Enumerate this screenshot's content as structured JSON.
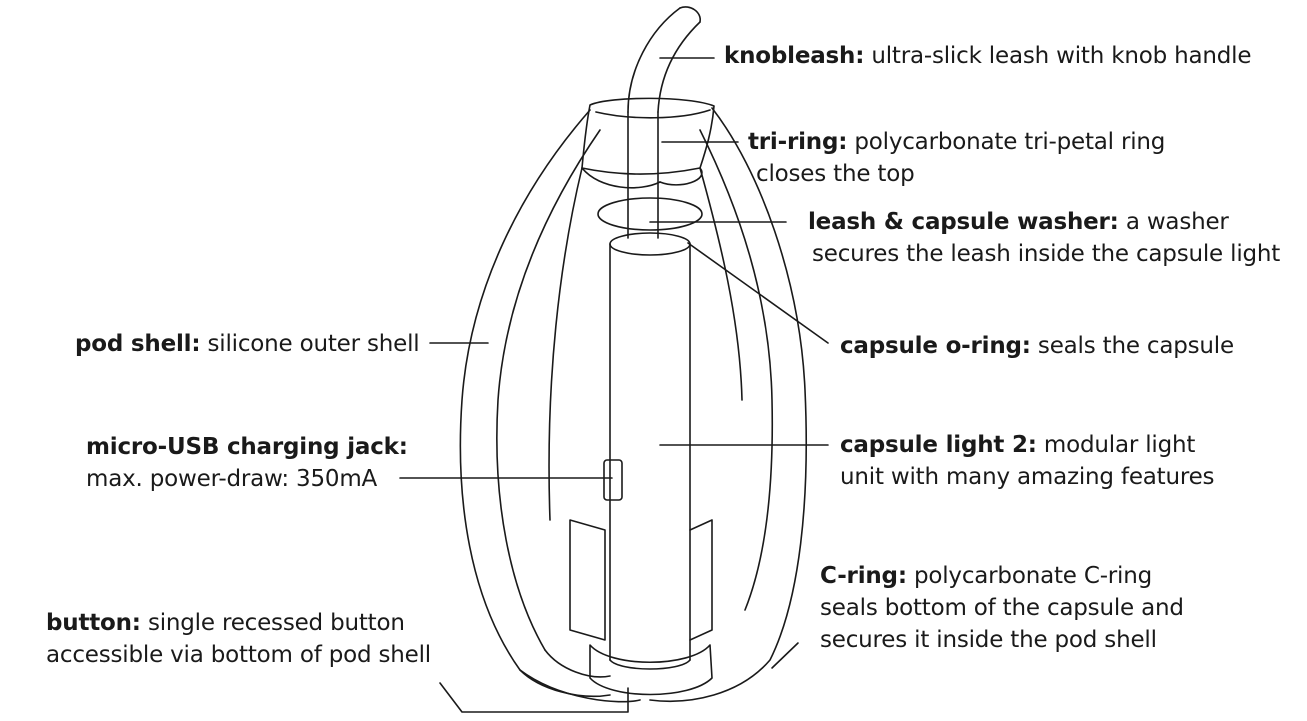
{
  "labels": [
    {
      "id": "knobleash",
      "term": "knobleash:",
      "lines": [
        "ultra-slick leash with knob handle"
      ]
    },
    {
      "id": "tri-ring",
      "term": "tri-ring:",
      "lines": [
        "polycarbonate tri-petal ring",
        "closes the top"
      ]
    },
    {
      "id": "washer",
      "term": "leash & capsule washer:",
      "lines": [
        "a washer",
        "secures the leash inside the capsule light"
      ]
    },
    {
      "id": "pod-shell",
      "term": "pod shell:",
      "lines": [
        "silicone outer shell"
      ]
    },
    {
      "id": "o-ring",
      "term": "capsule o-ring:",
      "lines": [
        "seals the capsule"
      ]
    },
    {
      "id": "usb",
      "term": "micro-USB charging jack:",
      "lines": [
        "max. power-draw: 350mA"
      ]
    },
    {
      "id": "capsule-light",
      "term": "capsule light 2:",
      "lines": [
        "modular light",
        "unit with many amazing features"
      ]
    },
    {
      "id": "c-ring",
      "term": "C-ring:",
      "lines": [
        "polycarbonate C-ring",
        "seals bottom of the capsule and",
        "secures it inside the pod shell"
      ]
    },
    {
      "id": "button",
      "term": "button:",
      "lines": [
        "single recessed button",
        "accessible via bottom of pod shell"
      ]
    }
  ]
}
